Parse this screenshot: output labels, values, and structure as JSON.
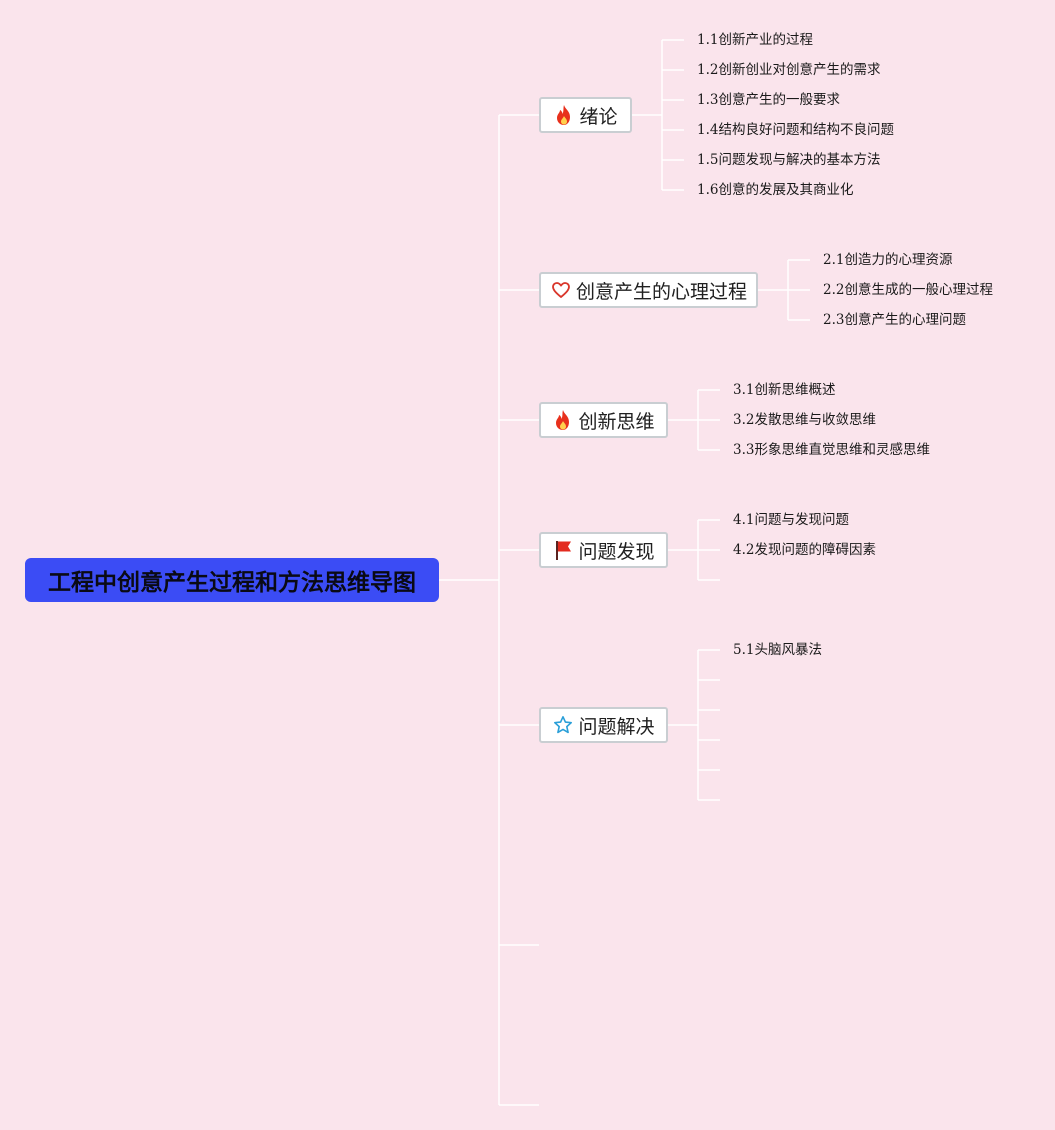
{
  "root": {
    "title": "工程中创意产生过程和方法思维导图"
  },
  "branches": [
    {
      "label": "绪论",
      "icon": "fire-icon",
      "children": [
        "1.1创新产业的过程",
        "1.2创新创业对创意产生的需求",
        "1.3创意产生的一般要求",
        "1.4结构良好问题和结构不良问题",
        "1.5问题发现与解决的基本方法",
        "1.6创意的发展及其商业化"
      ]
    },
    {
      "label": "创意产生的心理过程",
      "icon": "heart-icon",
      "children": [
        "2.1创造力的心理资源",
        "2.2创意生成的一般心理过程",
        "2.3创意产生的心理问题"
      ]
    },
    {
      "label": "创新思维",
      "icon": "fire-icon",
      "children": [
        "3.1创新思维概述",
        "3.2发散思维与收敛思维",
        "3.3形象思维直觉思维和灵感思维"
      ]
    },
    {
      "label": "问题发现",
      "icon": "flag-icon",
      "children": [
        "4.1问题与发现问题",
        "4.2发现问题的障碍因素"
      ]
    },
    {
      "label": "问题解决",
      "icon": "star-icon",
      "children": [
        "5.1头脑风暴法"
      ]
    }
  ],
  "colors": {
    "background": "#fae4ec",
    "root_fill": "#3b4cf5",
    "connector": "#ffffff",
    "fire": "#e8301c",
    "heart": "#d9362b",
    "flag": "#e32b1f",
    "star": "#2a9fd8"
  }
}
